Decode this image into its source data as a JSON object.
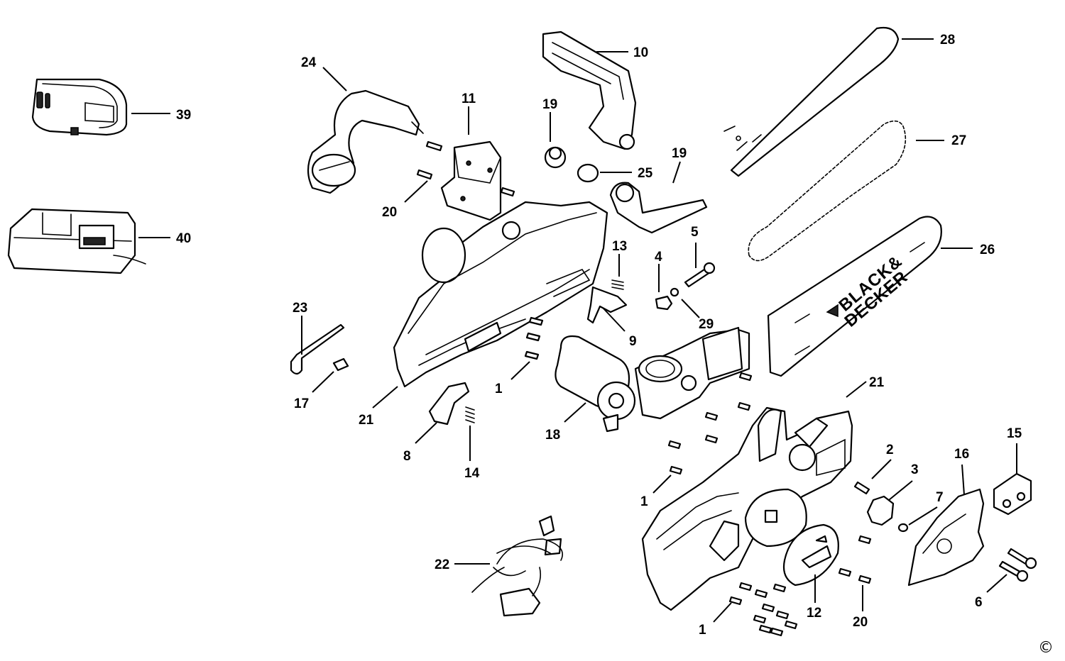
{
  "callouts": {
    "c1a": "1",
    "c1b": "1",
    "c1c": "1",
    "c2": "2",
    "c3": "3",
    "c4": "4",
    "c5": "5",
    "c6": "6",
    "c7": "7",
    "c8": "8",
    "c9": "9",
    "c10": "10",
    "c11": "11",
    "c12": "12",
    "c13": "13",
    "c14": "14",
    "c15": "15",
    "c16": "16",
    "c17": "17",
    "c18": "18",
    "c19a": "19",
    "c19b": "19",
    "c20a": "20",
    "c20b": "20",
    "c21a": "21",
    "c21b": "21",
    "c22": "22",
    "c23": "23",
    "c24": "24",
    "c25": "25",
    "c26": "26",
    "c27": "27",
    "c28": "28",
    "c29": "29",
    "c39": "39",
    "c40": "40"
  },
  "bar_logo": {
    "line1": "BLACK&",
    "line2": "DECKER"
  },
  "copyright": "©"
}
